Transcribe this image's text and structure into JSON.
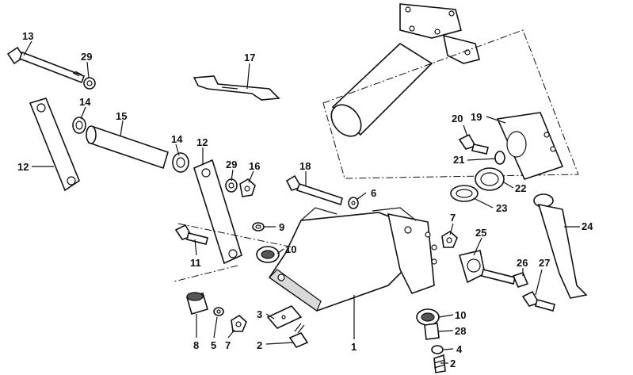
{
  "diagram": {
    "callouts": [
      {
        "id": "c13a",
        "text": "13"
      },
      {
        "id": "c29a",
        "text": "29"
      },
      {
        "id": "c17",
        "text": "17"
      },
      {
        "id": "c14a",
        "text": "14"
      },
      {
        "id": "c15",
        "text": "15"
      },
      {
        "id": "c12a",
        "text": "12"
      },
      {
        "id": "c14b",
        "text": "14"
      },
      {
        "id": "c12b",
        "text": "12"
      },
      {
        "id": "c29b",
        "text": "29"
      },
      {
        "id": "c16",
        "text": "16"
      },
      {
        "id": "c18",
        "text": "18"
      },
      {
        "id": "c6",
        "text": "6"
      },
      {
        "id": "c20",
        "text": "20"
      },
      {
        "id": "c19",
        "text": "19"
      },
      {
        "id": "c21",
        "text": "21"
      },
      {
        "id": "c22",
        "text": "22"
      },
      {
        "id": "c23",
        "text": "23"
      },
      {
        "id": "c24",
        "text": "24"
      },
      {
        "id": "c7a",
        "text": "7"
      },
      {
        "id": "c25",
        "text": "25"
      },
      {
        "id": "c9",
        "text": "9"
      },
      {
        "id": "c10a",
        "text": "10"
      },
      {
        "id": "c11",
        "text": "11"
      },
      {
        "id": "c26",
        "text": "26"
      },
      {
        "id": "c27",
        "text": "27"
      },
      {
        "id": "c3",
        "text": "3"
      },
      {
        "id": "c10b",
        "text": "10"
      },
      {
        "id": "c28",
        "text": "28"
      },
      {
        "id": "c8",
        "text": "8"
      },
      {
        "id": "c5",
        "text": "5"
      },
      {
        "id": "c7b",
        "text": "7"
      },
      {
        "id": "c2a",
        "text": "2"
      },
      {
        "id": "c1",
        "text": "1"
      },
      {
        "id": "c4",
        "text": "4"
      },
      {
        "id": "c2b",
        "text": "2"
      }
    ]
  }
}
